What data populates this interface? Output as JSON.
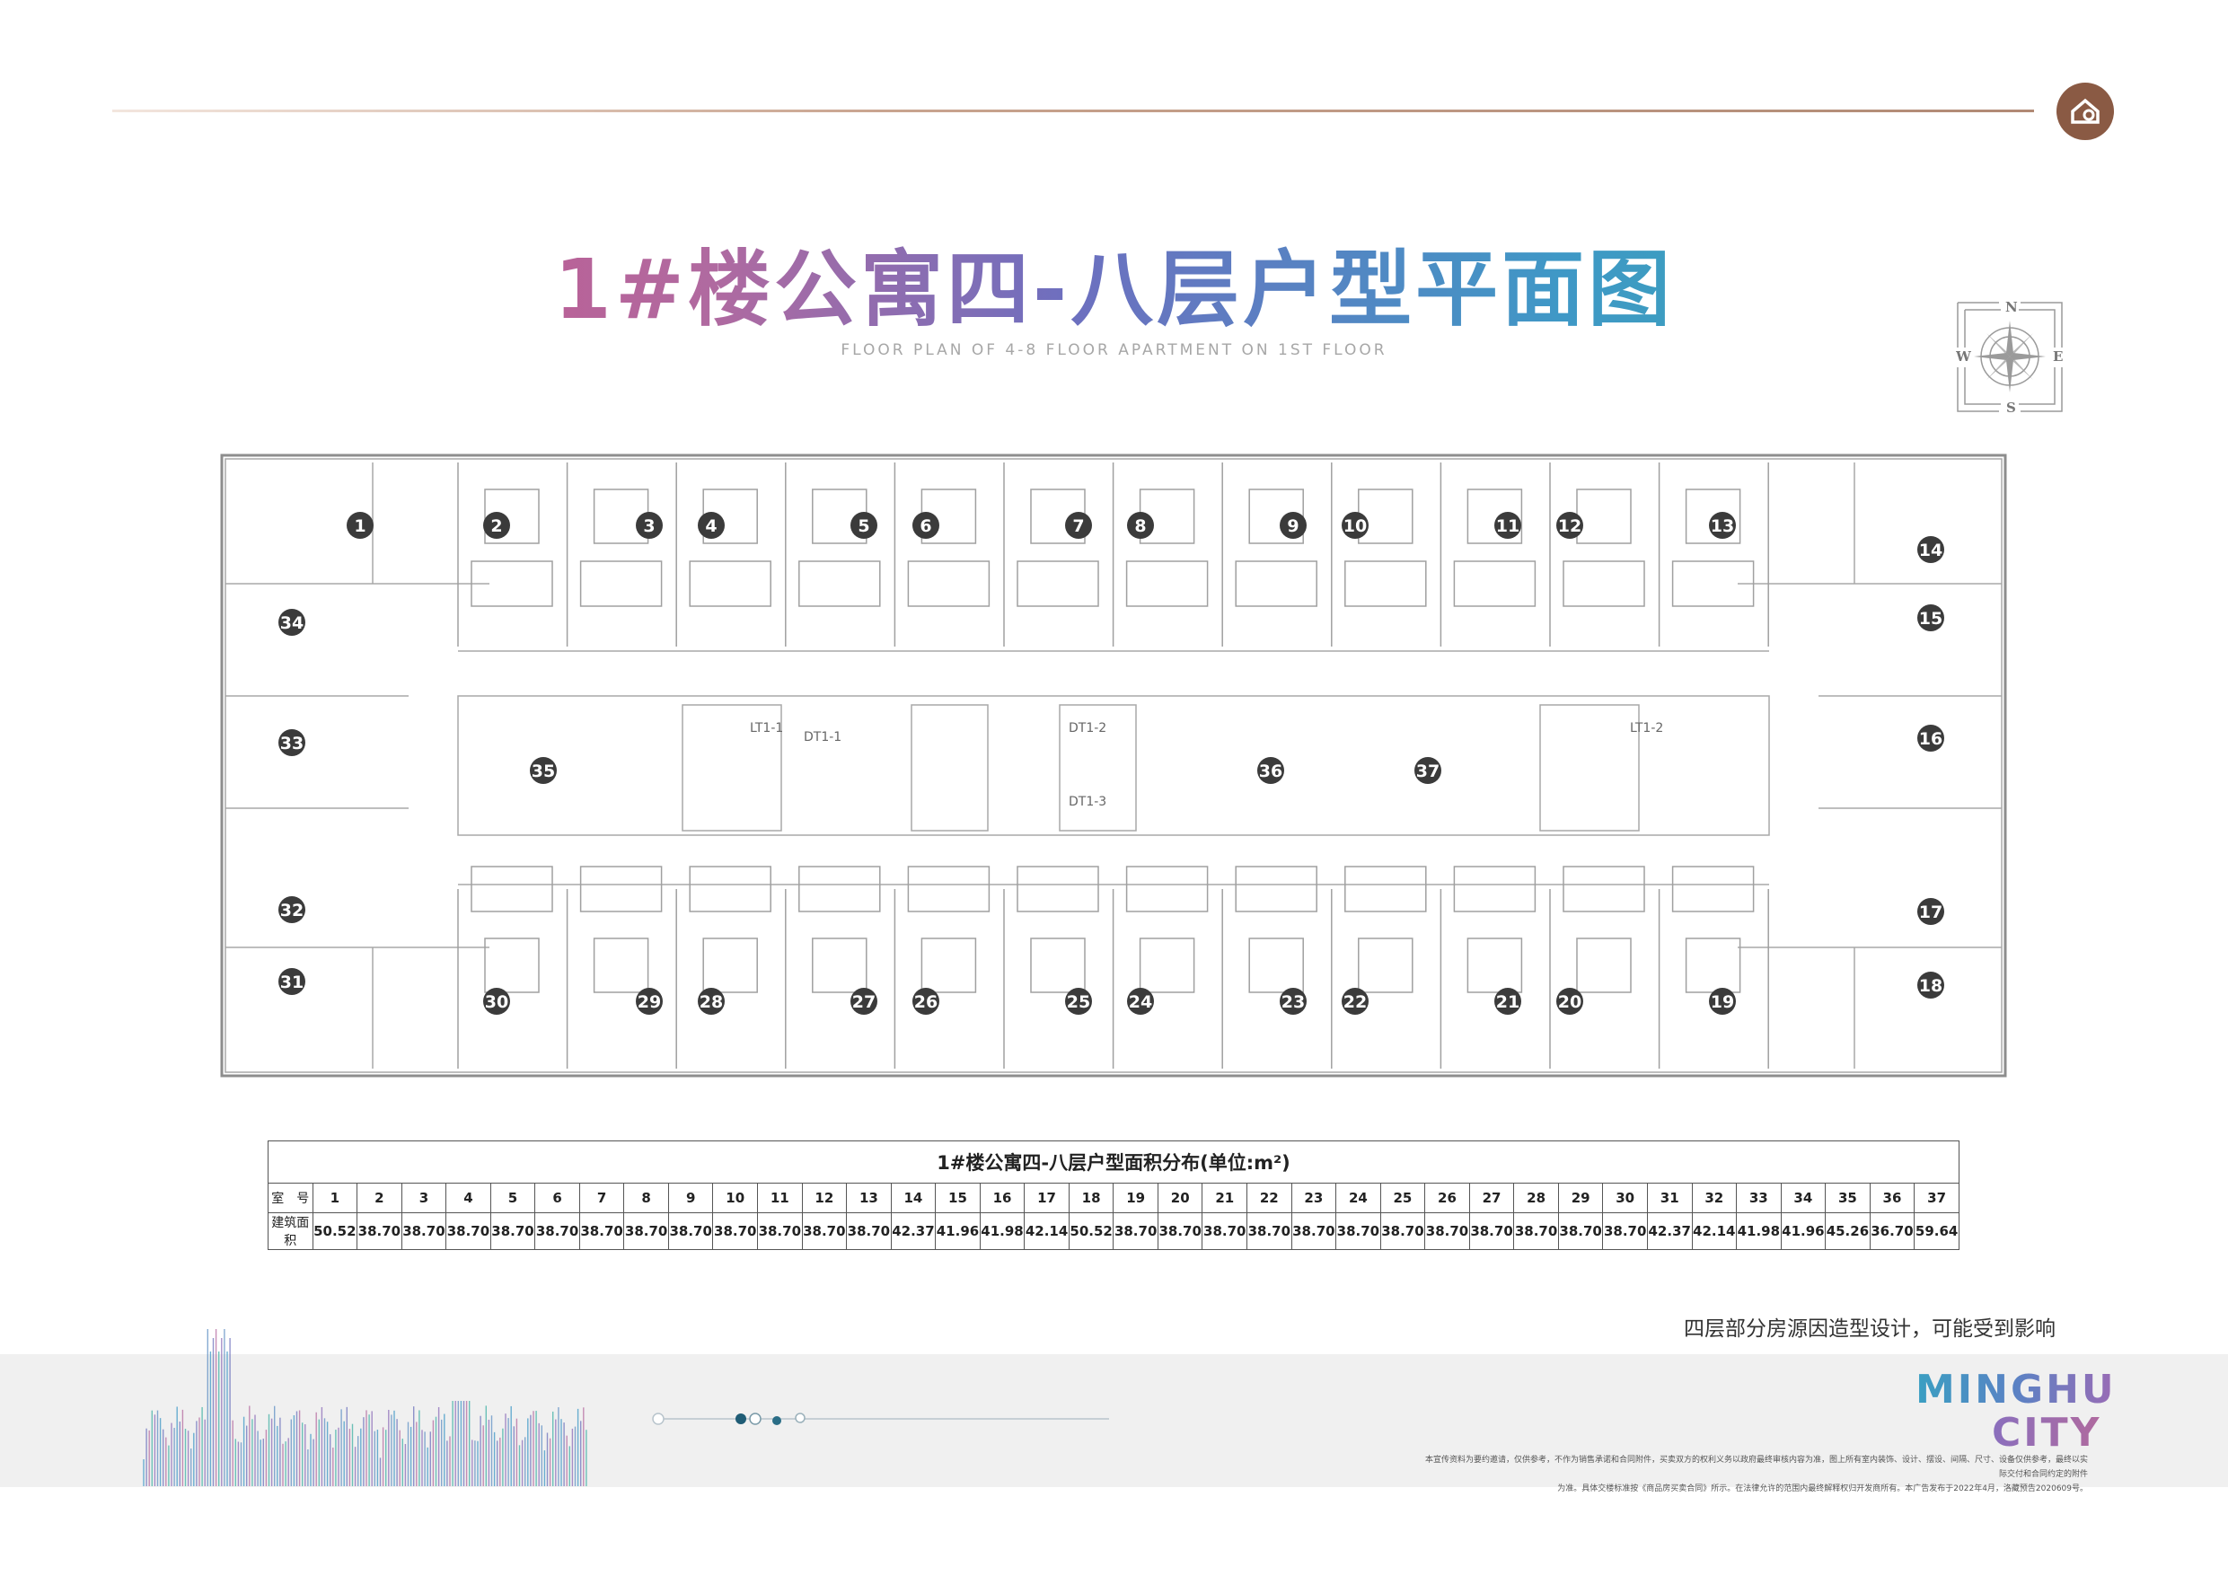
{
  "header": {
    "title": "1#楼公寓四-八层户型平面图",
    "subtitle": "FLOOR PLAN OF 4-8 FLOOR APARTMENT ON 1ST FLOOR"
  },
  "compass": {
    "n": "N",
    "s": "S",
    "e": "E",
    "w": "W"
  },
  "plan_labels": {
    "stair1": "LT1-1",
    "stair2": "LT1-2",
    "elev1": "DT1-1",
    "elev2": "DT1-2",
    "elev3": "DT1-3"
  },
  "table": {
    "caption": "1#楼公寓四-八层户型面积分布(单位:m²)",
    "row_header_room": "室　号",
    "row_header_area": "建筑面积",
    "rooms": [
      "1",
      "2",
      "3",
      "4",
      "5",
      "6",
      "7",
      "8",
      "9",
      "10",
      "11",
      "12",
      "13",
      "14",
      "15",
      "16",
      "17",
      "18",
      "19",
      "20",
      "21",
      "22",
      "23",
      "24",
      "25",
      "26",
      "27",
      "28",
      "29",
      "30",
      "31",
      "32",
      "33",
      "34",
      "35",
      "36",
      "37"
    ],
    "areas": [
      "50.52",
      "38.70",
      "38.70",
      "38.70",
      "38.70",
      "38.70",
      "38.70",
      "38.70",
      "38.70",
      "38.70",
      "38.70",
      "38.70",
      "38.70",
      "42.37",
      "41.96",
      "41.98",
      "42.14",
      "50.52",
      "38.70",
      "38.70",
      "38.70",
      "38.70",
      "38.70",
      "38.70",
      "38.70",
      "38.70",
      "38.70",
      "38.70",
      "38.70",
      "38.70",
      "42.37",
      "42.14",
      "41.98",
      "41.96",
      "45.26",
      "36.70",
      "59.64"
    ]
  },
  "note": "四层部分房源因造型设计，可能受到影响",
  "footer": {
    "brand_line1": "MINGHU",
    "brand_line2": "CITY",
    "disclaimer_1": "本宣传资料为要约邀请，仅供参考，不作为销售承诺和合同附件，买卖双方的权利义务以政府最终审核内容为准，图上所有室内装饰、设计、摆设、间隔、尺寸、设备仅供参考，最终以实际交付和合同约定的附件",
    "disclaimer_2": "为准。具体交楼标准按《商品房买卖合同》所示。在法律允许的范围内最终解释权归开发商所有。本广告发布于2022年4月，洛藏预告2020609号。"
  }
}
